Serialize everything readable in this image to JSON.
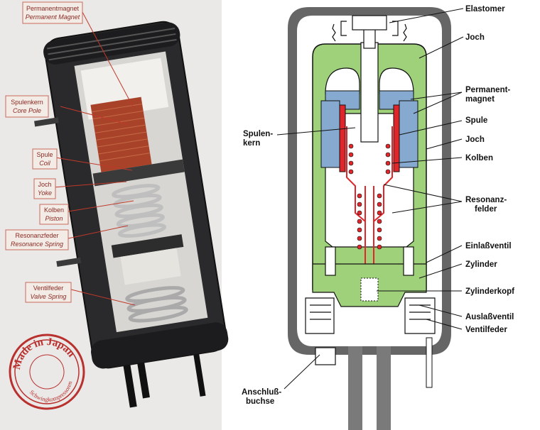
{
  "photo_panel": {
    "labels": [
      {
        "de": "Permanentmagnet",
        "en": "Permanent Magnet"
      },
      {
        "de": "Spulenkern",
        "en": "Core Pole"
      },
      {
        "de": "Spule",
        "en": "Coil"
      },
      {
        "de": "Joch",
        "en": "Yoke"
      },
      {
        "de": "Kolben",
        "en": "Piston"
      },
      {
        "de": "Resonanzfeder",
        "en": "Resonance Spring"
      },
      {
        "de": "Ventilfeder",
        "en": "Valve Spring"
      }
    ],
    "stamp": {
      "main": "Made in Japan",
      "sub": "Schwingkompressoren"
    }
  },
  "diagram_panel": {
    "labels": {
      "elastomer": "Elastomer",
      "joch_top": "Joch",
      "permanent_line1": "Permanent-",
      "permanent_line2": "magnet",
      "spule": "Spule",
      "joch_mid": "Joch",
      "kolben": "Kolben",
      "resonanz_line1": "Resonanz-",
      "resonanz_line2": "felder",
      "einlassventil": "Einlaßventil",
      "zylinder": "Zylinder",
      "zylinderkopf": "Zylinderkopf",
      "auslassventil": "Auslaßventil",
      "ventilfeder": "Ventilfeder",
      "spulenkern_line1": "Spulen-",
      "spulenkern_line2": "kern",
      "anschluss_line1": "Anschluß-",
      "anschluss_line2": "buchse"
    },
    "colors": {
      "yoke": "#9fd17a",
      "magnet": "#86a9cf",
      "coil": "#e0262b",
      "housing": "#666666",
      "cavity": "#ffffff"
    }
  }
}
